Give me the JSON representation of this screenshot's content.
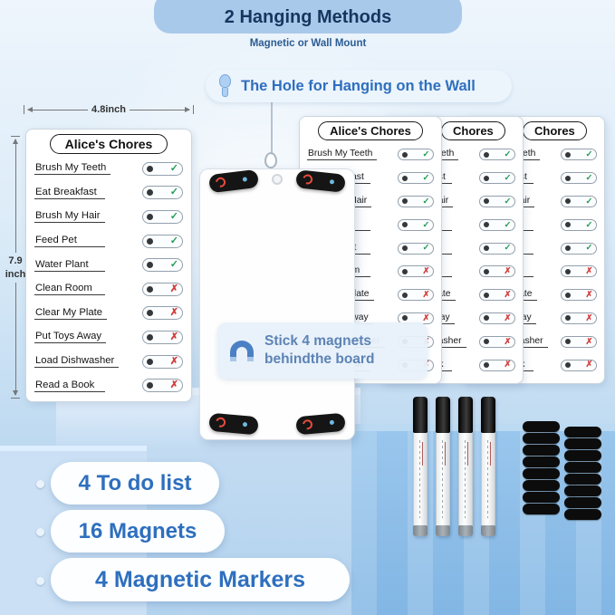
{
  "banner": {
    "title": "2 Hanging Methods",
    "subtitle": "Magnetic or Wall Mount"
  },
  "hanging_callout": {
    "label": "The Hole for Hanging on the Wall",
    "icon": "wall-hook-icon"
  },
  "dimensions": {
    "width_label": "4.8inch",
    "height_value": "7.9",
    "height_unit": "inch"
  },
  "front_board": {
    "title": "Alice's Chores",
    "chores": [
      {
        "label": "Brush My Teeth",
        "status": "done",
        "mark": "✓"
      },
      {
        "label": "Eat Breakfast",
        "status": "done",
        "mark": "✓"
      },
      {
        "label": "Brush My Hair",
        "status": "done",
        "mark": "✓"
      },
      {
        "label": "Feed Pet",
        "status": "done",
        "mark": "✓"
      },
      {
        "label": "Water Plant",
        "status": "done",
        "mark": "✓"
      },
      {
        "label": "Clean Room",
        "status": "todo",
        "mark": "✗"
      },
      {
        "label": "Clear My Plate",
        "status": "todo",
        "mark": "✗"
      },
      {
        "label": "Put Toys Away",
        "status": "todo",
        "mark": "✗"
      },
      {
        "label": "Load Dishwasher",
        "status": "todo",
        "mark": "✗"
      },
      {
        "label": "Read a Book",
        "status": "todo",
        "mark": "✗"
      }
    ]
  },
  "stacked_boards": [
    {
      "title": "Alice's Chores"
    },
    {
      "title": "Chores"
    },
    {
      "title": "Chores"
    }
  ],
  "back_board": {
    "magnet_count": 4,
    "hole_icon": "hanging-hole-icon"
  },
  "magnet_callout": {
    "line1": "Stick 4 magnets",
    "line2": "behindthe board",
    "icon": "horseshoe-magnet-icon"
  },
  "accessories": {
    "marker_count": 4,
    "magnet_strip_count": 16
  },
  "features": [
    {
      "label": "4 To do list"
    },
    {
      "label": "16 Magnets"
    },
    {
      "label": "4 Magnetic Markers"
    }
  ],
  "colors": {
    "banner_bg": "#a9c9ea",
    "banner_text": "#15365e",
    "callout_text": "#2e6fbe",
    "note_text": "#5d83b5",
    "check_green": "#1f9d55",
    "cross_red": "#d23b3b",
    "magnet_black": "#0c0c0c"
  }
}
